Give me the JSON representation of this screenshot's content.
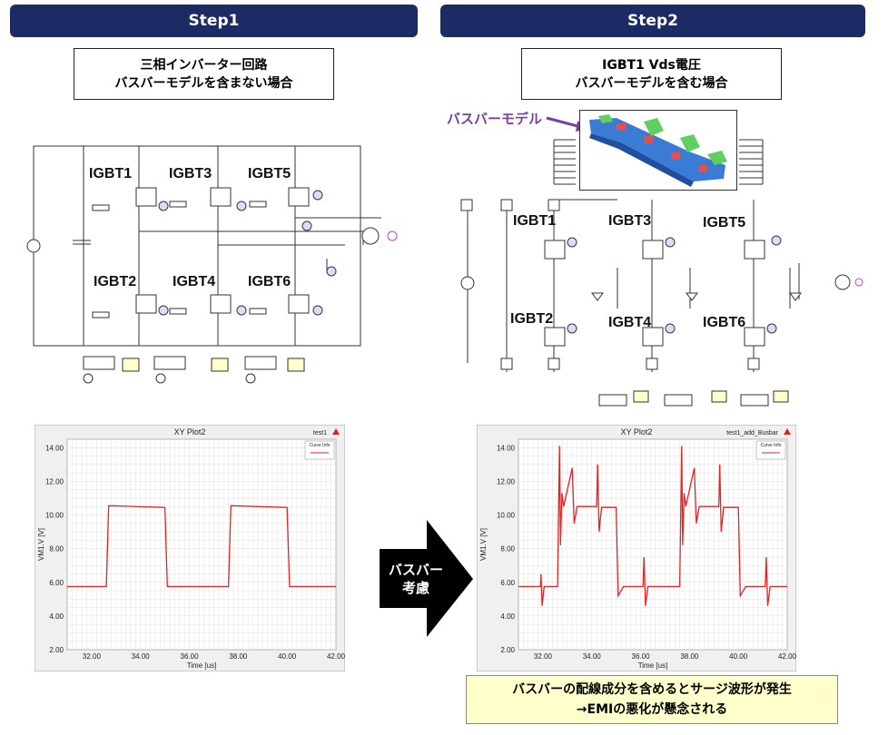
{
  "step1": {
    "header": "Step1",
    "title_line1": "三相インバーター回路",
    "title_line2": "バスバーモデルを含まない場合",
    "igbt_labels": [
      "IGBT1",
      "IGBT3",
      "IGBT5",
      "IGBT2",
      "IGBT4",
      "IGBT6"
    ]
  },
  "step2": {
    "header": "Step2",
    "title_line1": "IGBT1 Vds電圧",
    "title_line2": "バスバーモデルを含む場合",
    "busbar_label": "バスバーモデル",
    "igbt_labels": [
      "IGBT1",
      "IGBT3",
      "IGBT5",
      "IGBT2",
      "IGBT4",
      "IGBT6"
    ]
  },
  "arrow": {
    "line1": "バスバー",
    "line2": "考慮",
    "color": "#000000"
  },
  "bottom_note": {
    "line1": "バスバーの配線成分を含めるとサージ波形が発生",
    "line2": "→EMIの悪化が懸念される"
  },
  "colors": {
    "header_bg": "#1c2b63",
    "curve": "#e32222",
    "note_bg": "#ffffcc"
  },
  "chart_data": [
    {
      "type": "line",
      "title": "XY Plot2",
      "corner_label": "test1",
      "legend_title": "Curve Info",
      "series": [
        {
          "values": [
            5.75,
            5.75,
            10.55,
            10.45,
            5.75,
            5.75,
            10.55,
            10.45,
            5.75,
            5.75
          ]
        }
      ],
      "x": [
        31.0,
        32.6,
        32.7,
        35.0,
        35.1,
        37.6,
        37.7,
        40.0,
        40.1,
        42.0
      ],
      "xlabel": "Time [us]",
      "ylabel": "VM1.V [V]",
      "xlim": [
        31.0,
        42.0
      ],
      "ylim": [
        2.0,
        14.5
      ],
      "xticks": [
        "32.00",
        "34.00",
        "36.00",
        "38.00",
        "40.00",
        "42.00"
      ],
      "yticks": [
        "2.00",
        "4.00",
        "6.00",
        "8.00",
        "10.00",
        "12.00",
        "14.00"
      ],
      "grid": true
    },
    {
      "type": "line",
      "title": "XY Plot2",
      "corner_label": "test1_add_Busbar",
      "legend_title": "Curve Info",
      "series": [
        {
          "values": [
            5.75,
            5.75,
            6.5,
            4.6,
            5.75,
            5.75,
            14.1,
            8.2,
            11.3,
            10.5,
            12.8,
            9.5,
            10.5,
            10.5,
            13.0,
            9.0,
            10.45,
            10.45,
            5.2,
            5.75,
            5.75,
            7.5,
            4.6,
            5.75,
            5.75,
            14.1,
            8.2,
            11.3,
            10.5,
            12.8,
            9.5,
            10.5,
            10.5,
            13.0,
            9.0,
            10.45,
            10.45,
            5.2,
            5.75,
            5.75,
            7.5,
            4.6,
            5.75,
            5.75
          ]
        }
      ],
      "x": [
        31.0,
        31.9,
        31.92,
        31.97,
        32.05,
        32.6,
        32.68,
        32.72,
        32.78,
        32.85,
        33.2,
        33.28,
        33.4,
        34.2,
        34.24,
        34.3,
        34.4,
        35.0,
        35.08,
        35.3,
        36.1,
        36.14,
        36.2,
        36.3,
        37.6,
        37.68,
        37.72,
        37.78,
        37.85,
        38.2,
        38.28,
        38.4,
        39.2,
        39.24,
        39.3,
        39.4,
        40.0,
        40.08,
        40.3,
        41.1,
        41.14,
        41.2,
        41.3,
        42.0
      ],
      "xlabel": "Time [us]",
      "ylabel": "VM1.V [V]",
      "xlim": [
        31.0,
        42.0
      ],
      "ylim": [
        2.0,
        14.5
      ],
      "xticks": [
        "32.00",
        "34.00",
        "36.00",
        "38.00",
        "40.00",
        "42.00"
      ],
      "yticks": [
        "2.00",
        "4.00",
        "6.00",
        "8.00",
        "10.00",
        "12.00",
        "14.00"
      ],
      "grid": true
    }
  ]
}
